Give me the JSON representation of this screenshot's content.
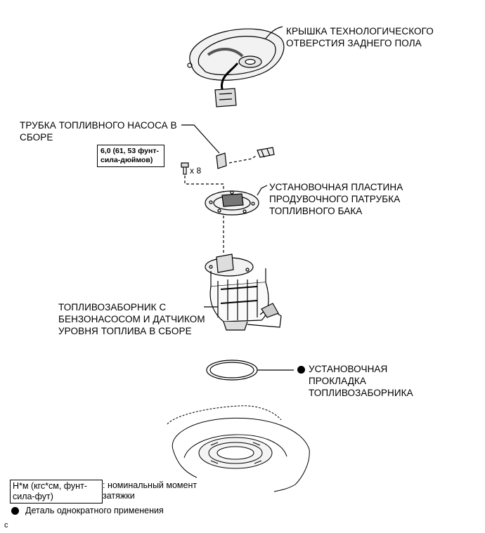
{
  "callouts": {
    "access_cover": "КРЫШКА ТЕХНОЛОГИЧЕСКОГО\nОТВЕРСТИЯ ЗАДНЕГО ПОЛА",
    "pump_tube": "ТРУБКА ТОПЛИВНОГО НАСОСА В\nСБОРЕ",
    "retainer_plate": "УСТАНОВОЧНАЯ ПЛАСТИНА\nПРОДУВОЧНОГО ПАТРУБКА\nТОПЛИВНОГО БАКА",
    "suction_assembly": "ТОПЛИВОЗАБОРНИК С\nБЕНЗОНАСОСОМ И ДАТЧИКОМ\nУРОВНЯ ТОПЛИВА В СБОРЕ",
    "gasket": "УСТАНОВОЧНАЯ\nПРОКЛАДКА\nТОПЛИВОЗАБОРНИКА"
  },
  "torque_spec": "6,0 (61, 53 фунт-\nсила-дюймов)",
  "bolt_count": "x 8",
  "legend": {
    "torque_unit": "Н*м (кгс*см, фунт-\nсила-фут)",
    "torque_desc": ": номинальный момент\nзатяжки",
    "non_reusable": "Деталь однократного применения"
  },
  "figure_code": "c"
}
